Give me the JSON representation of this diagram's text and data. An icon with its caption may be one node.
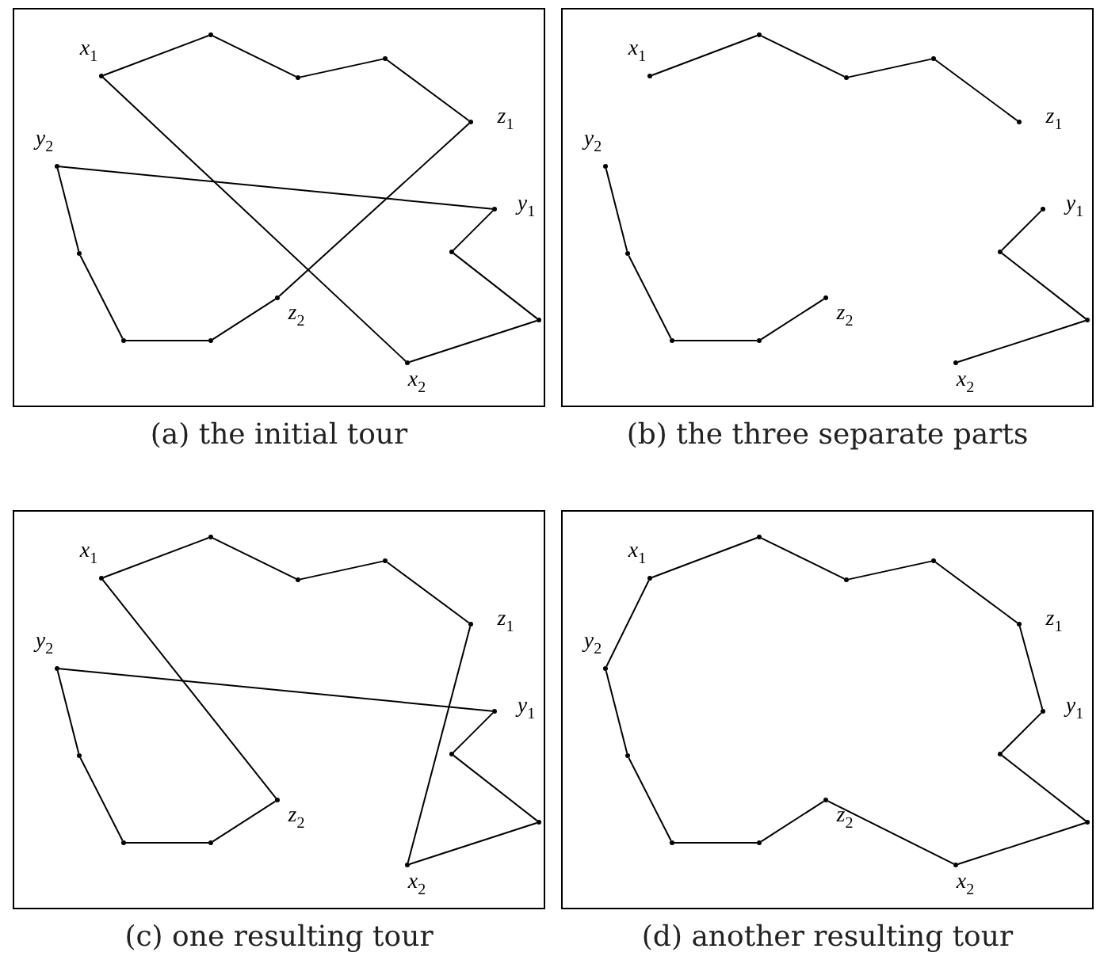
{
  "diagram": {
    "nodes": [
      {
        "text": [
          "(a) the initial tour"
        ]
      },
      {
        "text": [],
        "shape": "circle",
        "in": 0,
        "beside": [
          "x$_{1}$"
        ]
      },
      {
        "text": [],
        "shape": "circle",
        "in": 0
      },
      {
        "text": [],
        "shape": "circle",
        "in": 0
      },
      {
        "text": [],
        "shape": "circle",
        "in": 0
      },
      {
        "text": [],
        "shape": "circle",
        "in": 0,
        "beside": [
          "z$_{1}$"
        ]
      },
      {
        "text": [],
        "shape": "circle",
        "in": 0,
        "beside": [
          "y$_{1}$"
        ]
      },
      {
        "text": [],
        "shape": "circle",
        "in": 0
      },
      {
        "text": [],
        "shape": "circle",
        "in": 0
      },
      {
        "text": [],
        "shape": "circle",
        "in": 0,
        "beside": [
          "x$_{2}$"
        ]
      },
      {
        "text": [],
        "shape": "circle",
        "in": 0,
        "beside": [
          "z$_{2}$"
        ]
      },
      {
        "text": [],
        "shape": "circle",
        "in": 0
      },
      {
        "text": [],
        "shape": "circle",
        "in": 0
      },
      {
        "text": [],
        "shape": "circle",
        "in": 0
      },
      {
        "text": [],
        "shape": "circle",
        "in": 0,
        "beside": [
          "y$_{2}$"
        ]
      },
      {
        "text": [
          "(b) the three separate parts"
        ]
      },
      {
        "text": [],
        "shape": "circle",
        "in": 15,
        "beside": [
          "x$_{1}$"
        ]
      },
      {
        "text": [],
        "shape": "circle",
        "in": 15
      },
      {
        "text": [],
        "shape": "circle",
        "in": 15
      },
      {
        "text": [],
        "shape": "circle",
        "in": 15
      },
      {
        "text": [],
        "shape": "circle",
        "in": 15,
        "beside": [
          "z$_{1}$"
        ]
      },
      {
        "text": [],
        "shape": "circle",
        "in": 15,
        "beside": [
          "y$_{1}$"
        ]
      },
      {
        "text": [],
        "shape": "circle",
        "in": 15
      },
      {
        "text": [],
        "shape": "circle",
        "in": 15
      },
      {
        "text": [],
        "shape": "circle",
        "in": 15,
        "beside": [
          "x$_{2}$"
        ]
      },
      {
        "text": [],
        "shape": "circle",
        "in": 15,
        "beside": [
          "z$_{2}$"
        ]
      },
      {
        "text": [],
        "shape": "circle",
        "in": 15
      },
      {
        "text": [],
        "shape": "circle",
        "in": 15
      },
      {
        "text": [],
        "shape": "circle",
        "in": 15
      },
      {
        "text": [],
        "shape": "circle",
        "in": 15,
        "beside": [
          "y$_{2}$"
        ]
      },
      {
        "text": [
          "(c) one resulting tour"
        ]
      },
      {
        "text": [],
        "shape": "circle",
        "in": 30,
        "beside": [
          "x$_{1}$"
        ]
      },
      {
        "text": [],
        "shape": "circle",
        "in": 30
      },
      {
        "text": [],
        "shape": "circle",
        "in": 30
      },
      {
        "text": [],
        "shape": "circle",
        "in": 30
      },
      {
        "text": [],
        "shape": "circle",
        "in": 30,
        "beside": [
          "z$_{1}$"
        ]
      },
      {
        "text": [],
        "shape": "circle",
        "in": 30,
        "beside": [
          "y$_{1}$"
        ]
      },
      {
        "text": [],
        "shape": "circle",
        "in": 30
      },
      {
        "text": [],
        "shape": "circle",
        "in": 30
      },
      {
        "text": [],
        "shape": "circle",
        "in": 30,
        "beside": [
          "x$_{2}$"
        ]
      },
      {
        "text": [],
        "shape": "circle",
        "in": 30,
        "beside": [
          "z$_{2}$"
        ]
      },
      {
        "text": [],
        "shape": "circle",
        "in": 30
      },
      {
        "text": [],
        "shape": "circle",
        "in": 30
      },
      {
        "text": [],
        "shape": "circle",
        "in": 30
      },
      {
        "text": [],
        "shape": "circle",
        "in": 30,
        "beside": [
          "y$_{2}$"
        ]
      },
      {
        "text": [
          "(d) another resulting tour"
        ]
      },
      {
        "text": [],
        "shape": "circle",
        "in": 45,
        "beside": [
          "x$_{1}$"
        ]
      },
      {
        "text": [],
        "shape": "circle",
        "in": 45
      },
      {
        "text": [],
        "shape": "circle",
        "in": 45
      },
      {
        "text": [],
        "shape": "circle",
        "in": 45
      },
      {
        "text": [],
        "shape": "circle",
        "in": 45,
        "beside": [
          "z$_{1}$"
        ]
      },
      {
        "text": [],
        "shape": "circle",
        "in": 45,
        "beside": [
          "y$_{1}$"
        ]
      },
      {
        "text": [],
        "shape": "circle",
        "in": 45
      },
      {
        "text": [],
        "shape": "circle",
        "in": 45
      },
      {
        "text": [],
        "shape": "circle",
        "in": 45,
        "beside": [
          "x$_{2}$"
        ]
      },
      {
        "text": [],
        "shape": "circle",
        "in": 45,
        "beside": [
          "z$_{2}$"
        ]
      },
      {
        "text": [],
        "shape": "circle",
        "in": 45
      },
      {
        "text": [],
        "shape": "circle",
        "in": 45
      },
      {
        "text": [],
        "shape": "circle",
        "in": 45
      },
      {
        "text": [],
        "shape": "circle",
        "in": 45,
        "beside": [
          "y$_{2}$"
        ]
      }
    ],
    "edges": [
      {
        "from": 1,
        "to": 2,
        "arrow": "none"
      },
      {
        "from": 2,
        "to": 3,
        "arrow": "none"
      },
      {
        "from": 3,
        "to": 4,
        "arrow": "none"
      },
      {
        "from": 4,
        "to": 5,
        "arrow": "none"
      },
      {
        "from": 5,
        "to": 10,
        "arrow": "none"
      },
      {
        "from": 6,
        "to": 7,
        "arrow": "none"
      },
      {
        "from": 7,
        "to": 8,
        "arrow": "none"
      },
      {
        "from": 8,
        "to": 9,
        "arrow": "none"
      },
      {
        "from": 9,
        "to": 1,
        "arrow": "none"
      },
      {
        "from": 14,
        "to": 6,
        "arrow": "none"
      },
      {
        "from": 14,
        "to": 13,
        "arrow": "none"
      },
      {
        "from": 13,
        "to": 12,
        "arrow": "none"
      },
      {
        "from": 12,
        "to": 11,
        "arrow": "none"
      },
      {
        "from": 11,
        "to": 10,
        "arrow": "none"
      },
      {
        "from": 16,
        "to": 17,
        "arrow": "none"
      },
      {
        "from": 17,
        "to": 18,
        "arrow": "none"
      },
      {
        "from": 18,
        "to": 19,
        "arrow": "none"
      },
      {
        "from": 19,
        "to": 20,
        "arrow": "none"
      },
      {
        "from": 21,
        "to": 22,
        "arrow": "none"
      },
      {
        "from": 22,
        "to": 23,
        "arrow": "none"
      },
      {
        "from": 23,
        "to": 24,
        "arrow": "none"
      },
      {
        "from": 29,
        "to": 28,
        "arrow": "none"
      },
      {
        "from": 28,
        "to": 27,
        "arrow": "none"
      },
      {
        "from": 27,
        "to": 26,
        "arrow": "none"
      },
      {
        "from": 26,
        "to": 25,
        "arrow": "none"
      },
      {
        "from": 31,
        "to": 32,
        "arrow": "none"
      },
      {
        "from": 32,
        "to": 33,
        "arrow": "none"
      },
      {
        "from": 33,
        "to": 34,
        "arrow": "none"
      },
      {
        "from": 34,
        "to": 35,
        "arrow": "none"
      },
      {
        "from": 35,
        "to": 39,
        "arrow": "none"
      },
      {
        "from": 36,
        "to": 37,
        "arrow": "none"
      },
      {
        "from": 37,
        "to": 38,
        "arrow": "none"
      },
      {
        "from": 38,
        "to": 39,
        "arrow": "none"
      },
      {
        "from": 31,
        "to": 40,
        "arrow": "none"
      },
      {
        "from": 44,
        "to": 36,
        "arrow": "none"
      },
      {
        "from": 44,
        "to": 43,
        "arrow": "none"
      },
      {
        "from": 43,
        "to": 42,
        "arrow": "none"
      },
      {
        "from": 42,
        "to": 41,
        "arrow": "none"
      },
      {
        "from": 41,
        "to": 40,
        "arrow": "none"
      },
      {
        "from": 46,
        "to": 47,
        "arrow": "none"
      },
      {
        "from": 47,
        "to": 48,
        "arrow": "none"
      },
      {
        "from": 48,
        "to": 49,
        "arrow": "none"
      },
      {
        "from": 49,
        "to": 50,
        "arrow": "none"
      },
      {
        "from": 50,
        "to": 51,
        "arrow": "none"
      },
      {
        "from": 51,
        "to": 52,
        "arrow": "none"
      },
      {
        "from": 52,
        "to": 53,
        "arrow": "none"
      },
      {
        "from": 53,
        "to": 54,
        "arrow": "none"
      },
      {
        "from": 55,
        "to": 54,
        "arrow": "none"
      },
      {
        "from": 59,
        "to": 46,
        "arrow": "none"
      },
      {
        "from": 59,
        "to": 58,
        "arrow": "none"
      },
      {
        "from": 58,
        "to": 57,
        "arrow": "none"
      },
      {
        "from": 57,
        "to": 56,
        "arrow": "none"
      },
      {
        "from": 56,
        "to": 55,
        "arrow": "none"
      }
    ]
  }
}
